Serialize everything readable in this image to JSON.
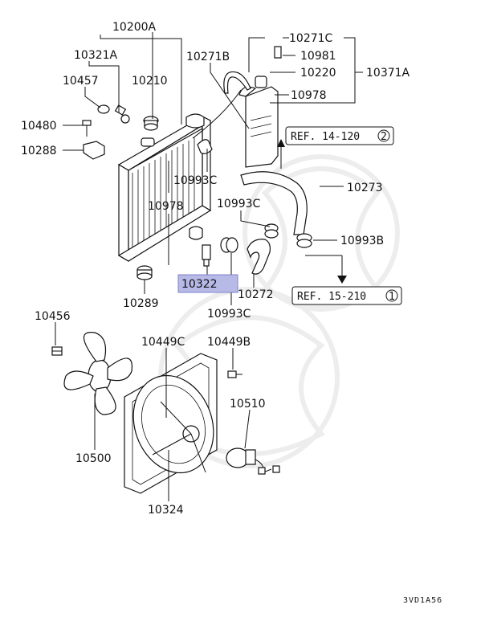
{
  "parts": {
    "p10200A": "10200A",
    "p10321A": "10321A",
    "p10457": "10457",
    "p10210": "10210",
    "p10480": "10480",
    "p10288": "10288",
    "p10271B": "10271B",
    "p10271C": "10271C",
    "p10981": "10981",
    "p10220": "10220",
    "p10371A": "10371A",
    "p10978_top": "10978",
    "p10993C_a": "10993C",
    "p10978_mid": "10978",
    "p10993C_b": "10993C",
    "p10273": "10273",
    "p10993B": "10993B",
    "p10322": "10322",
    "p10272": "10272",
    "p10289": "10289",
    "p10993C_c": "10993C",
    "p10456": "10456",
    "p10449C": "10449C",
    "p10449B": "10449B",
    "p10510": "10510",
    "p10500": "10500",
    "p10324": "10324"
  },
  "refs": {
    "ref1_text": "REF. 14-120",
    "ref1_num": "2",
    "ref2_text": "REF. 15-210",
    "ref2_num": "1"
  },
  "highlight_color": "#b7b9e6",
  "diagram_code": "3VD1A56"
}
